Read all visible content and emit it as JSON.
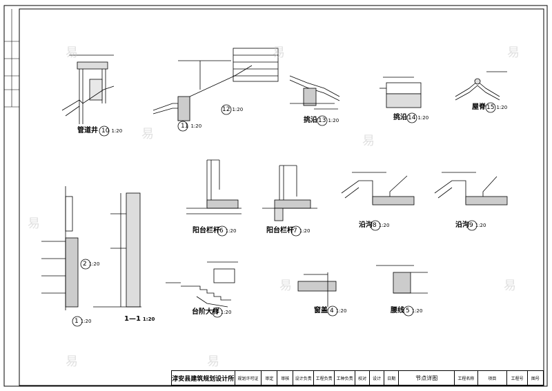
{
  "firm_name": "淳安县建筑规划设计所",
  "sheet_title": "节点详图",
  "title_block": {
    "cells": [
      "规划许可证",
      "审定",
      "审核",
      "设计负责",
      "工程负责",
      "工种负责",
      "校对",
      "设计",
      "日期"
    ],
    "right_cells": [
      "工程名称",
      "项目",
      "工程号",
      "图号"
    ]
  },
  "details": [
    {
      "id": "d10",
      "name": "管道井",
      "num": "10",
      "scale": "1:20"
    },
    {
      "id": "d11",
      "name": "",
      "num": "11",
      "scale": "1:20"
    },
    {
      "id": "d12",
      "name": "",
      "num": "12",
      "scale": "1:20"
    },
    {
      "id": "d13",
      "name": "挑沿",
      "num": "13",
      "scale": "1:20"
    },
    {
      "id": "d14",
      "name": "挑沿",
      "num": "14",
      "scale": "1:20"
    },
    {
      "id": "d15",
      "name": "屋脊",
      "num": "15",
      "scale": "1:20"
    },
    {
      "id": "d6",
      "name": "阳台栏杆",
      "num": "6",
      "scale": "1:20"
    },
    {
      "id": "d7",
      "name": "阳台栏杆",
      "num": "7",
      "scale": "1:20"
    },
    {
      "id": "d8",
      "name": "沿沟",
      "num": "8",
      "scale": "1:20"
    },
    {
      "id": "d9",
      "name": "沿沟",
      "num": "9",
      "scale": "1:20"
    },
    {
      "id": "d1",
      "name": "",
      "num": "1",
      "scale": "1:20"
    },
    {
      "id": "d2",
      "name": "",
      "num": "2",
      "scale": "1:20"
    },
    {
      "id": "d11b",
      "name": "1—1",
      "num": "",
      "scale": "1:20"
    },
    {
      "id": "d3",
      "name": "台阶大样",
      "num": "3",
      "scale": "1:20"
    },
    {
      "id": "d4",
      "name": "窗盖",
      "num": "4",
      "scale": "1:20"
    },
    {
      "id": "d5",
      "name": "腰线",
      "num": "5",
      "scale": "1:20"
    }
  ],
  "watermark": "易"
}
